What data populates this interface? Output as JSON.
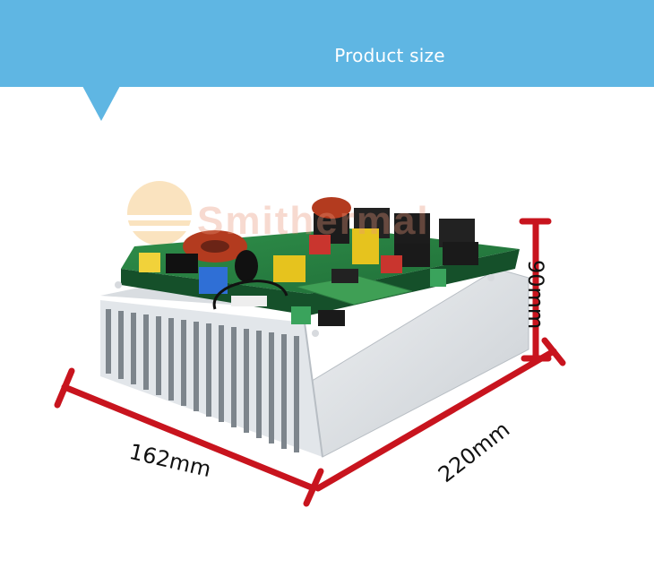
{
  "banner": {
    "title": "Product size",
    "color": "#5fb6e3"
  },
  "dimensions": {
    "width": "162mm",
    "depth": "220mm",
    "height": "90mm",
    "line_color": "#c8141e"
  },
  "watermark": {
    "text": "Smithermal"
  }
}
